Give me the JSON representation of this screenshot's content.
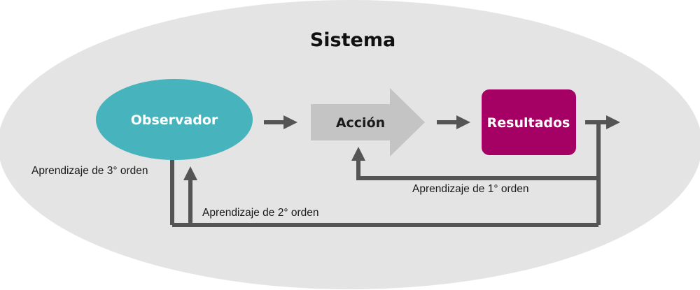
{
  "diagram": {
    "title": "Sistema",
    "nodes": {
      "observador": "Observador",
      "accion": "Acción",
      "resultados": "Resultados"
    },
    "loops": {
      "first_order": "Aprendizaje de 1° orden",
      "second_order": "Aprendizaje de 2° orden",
      "third_order": "Aprendizaje de 3° orden"
    }
  },
  "colors": {
    "system_background": "#e4e4e4",
    "observador_fill": "#47b3bc",
    "accion_fill": "#c4c4c4",
    "resultados_fill": "#a50064",
    "connector": "#555555",
    "node_text_light": "#ffffff",
    "node_text_dark": "#1a1a1a"
  }
}
